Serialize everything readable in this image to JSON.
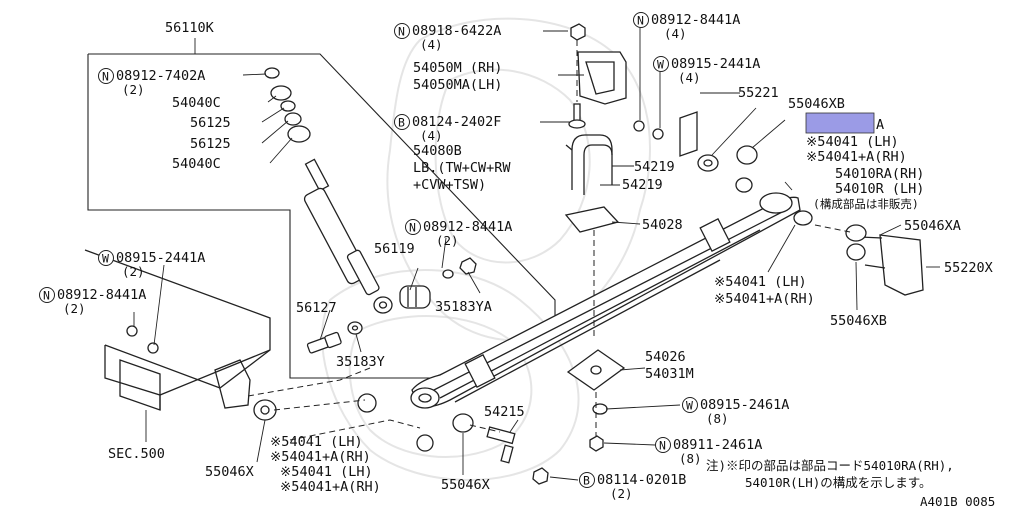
{
  "labels": {
    "l_56110K": "56110K",
    "l_08912_7402A": "08912-7402A",
    "l_08912_7402A_q": "(2)",
    "l_54040C_a": "54040C",
    "l_56125_a": "56125",
    "l_56125_b": "56125",
    "l_54040C_b": "54040C",
    "l_08918_6422A": "08918-6422A",
    "l_08918_6422A_q": "(4)",
    "l_54050M": "54050M (RH)",
    "l_54050MA": "54050MA(LH)",
    "l_08124_2402F": "08124-2402F",
    "l_08124_2402F_q": "(4)",
    "l_54080B": "54080B",
    "l_54080B_lb": "LB.(TW+CW+RW",
    "l_54080B_lb2": "+CVW+TSW)",
    "l_08912_8441A_top": "08912-8441A",
    "l_08912_8441A_top_q": "(4)",
    "l_08915_2441A_top": "08915-2441A",
    "l_08915_2441A_top_q": "(4)",
    "l_55221": "55221",
    "l_55046XB_top": "55046XB",
    "l_A": "A",
    "l_54041_lh_top": "※54041  (LH)",
    "l_54041A_rh_top": "※54041+A(RH)",
    "l_54219_a": "54219",
    "l_54219_b": "54219",
    "l_54010RA": "54010RA(RH)",
    "l_54010R": "54010R  (LH)",
    "l_not_sold": "(構成部品は非販売)",
    "l_54028": "54028",
    "l_08912_8441A_mid": "08912-8441A",
    "l_08912_8441A_mid_q": "(2)",
    "l_56119": "56119",
    "l_35183YA": "35183YA",
    "l_55046XA": "55046XA",
    "l_55220X": "55220X",
    "l_54041_lh_r": "※54041    (LH)",
    "l_54041A_rh_r": "※54041+A(RH)",
    "l_55046XB_r": "55046XB",
    "l_08915_2441A_left": "08915-2441A",
    "l_08915_2441A_left_q": "(2)",
    "l_08912_8441A_left": "08912-8441A",
    "l_08912_8441A_left_q": "(2)",
    "l_56127": "56127",
    "l_35183Y": "35183Y",
    "l_54026": "54026",
    "l_54031M": "54031M",
    "l_SEC500": "SEC.500",
    "l_08915_2461A": "08915-2461A",
    "l_08915_2461A_q": "(8)",
    "l_54215": "54215",
    "l_54041_lh_bl": "※54041    (LH)",
    "l_54041A_rh_bl": "※54041+A(RH)",
    "l_54041_lh_bl2": "※54041    (LH)",
    "l_54041A_rh_bl2": "※54041+A(RH)",
    "l_55046X_a": "55046X",
    "l_55046X_b": "55046X",
    "l_08911_2461A": "08911-2461A",
    "l_08911_2461A_q": "(8)",
    "l_08114_0201B": "08114-0201B",
    "l_08114_0201B_q": "(2)",
    "note_line1": "注)※印の部品は部品コード54010RA(RH),",
    "note_line2": "54010R(LH)の構成を示します。",
    "figure_code": "A401B 0085"
  },
  "prefix_marks": {
    "N": "N",
    "W": "W",
    "B": "B"
  },
  "highlight_color": "#9b9be6"
}
